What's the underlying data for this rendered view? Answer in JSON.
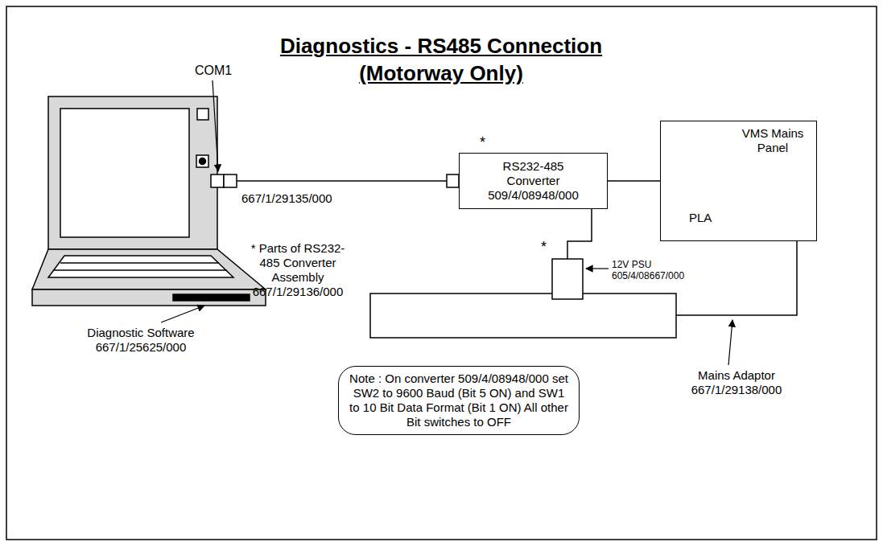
{
  "diagram": {
    "title": "Diagnostics - RS485 Connection (Motorway Only)",
    "nodes": [
      {
        "text": [
          "RS232-485 Converter",
          "509/4/08948/000"
        ]
      },
      {
        "text": [
          "VMS Mains Panel"
        ]
      },
      {
        "text": [
          "Note : On converter 509/4/08948/000 set SW2 to 9600 Baud (Bit 5 ON) and SW1 to 10 Bit Data Format (Bit 1 ON) All other Bit switches to OFF"
        ]
      }
    ],
    "edges": [
      {
        "from": 0,
        "to": 1,
        "arrow": "none"
      }
    ],
    "labels": [
      "COM1",
      "667/1/29135/000",
      "*",
      "*",
      "PLA",
      "* Parts of RS232-485 Converter Assembly 667/1/29136/000",
      "12V PSU 605/4/08667/000",
      "Diagnostic Software 667/1/25625/000",
      "Mains Adaptor 667/1/29138/000"
    ]
  }
}
